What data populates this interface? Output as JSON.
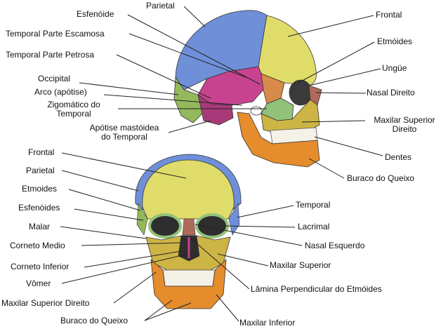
{
  "side_view": {
    "labels": {
      "esfenoide": "Esfenóide",
      "parietal": "Parietal",
      "frontal": "Frontal",
      "temporal_escamosa": "Temporal Parte Escamosa",
      "etmoides": "Etmóides",
      "temporal_petrosa": "Temporal Parte Petrosa",
      "ungue": "Ungüe",
      "occipital": "Occipital",
      "arco_apotise": "Arco (apótise)",
      "nasal_direito": "Nasal Direito",
      "zigomatico_l1": "Zigomático do",
      "zigomatico_l2": "Temporal",
      "maxilar_sup_l1": "Maxilar Superior",
      "maxilar_sup_l2": "Direito",
      "apotise_l1": "Apótise mastóidea",
      "apotise_l2": "do Temporal",
      "dentes": "Dentes",
      "buraco_queixo": "Buraco do Queixo"
    }
  },
  "front_view": {
    "labels": {
      "frontal": "Frontal",
      "parietal": "Parietal",
      "etmoides": "Etmoides",
      "temporal": "Temporal",
      "esfenoides": "Esfenóides",
      "malar": "Malar",
      "lacrimal": "Lacrimal",
      "corneto_medio": "Corneto Medio",
      "nasal_esquerdo": "Nasal  Esquerdo",
      "corneto_inferior": "Corneto Inferior",
      "maxilar_superior": "Maxilar Superior",
      "vomer": "Vômer",
      "lamina": "Lâmina Perpendicular do Etmóides",
      "maxilar_sup_direito": "Maxilar Superior Direito",
      "buraco_queixo": "Buraco do Queixo",
      "maxilar_inferior": "Maxilar Inferior"
    }
  },
  "colors": {
    "parietal": "#6f8fd8",
    "frontal": "#e0dc6a",
    "temporal": "#c8438f",
    "sphenoid": "#d0c34a",
    "occipital": "#94b85c",
    "zygomatic": "#92c27a",
    "maxilla": "#cdb545",
    "mandible": "#e58c2c",
    "teeth": "#f4f1e6",
    "nasal": "#b06a5a",
    "line": "#222222"
  }
}
